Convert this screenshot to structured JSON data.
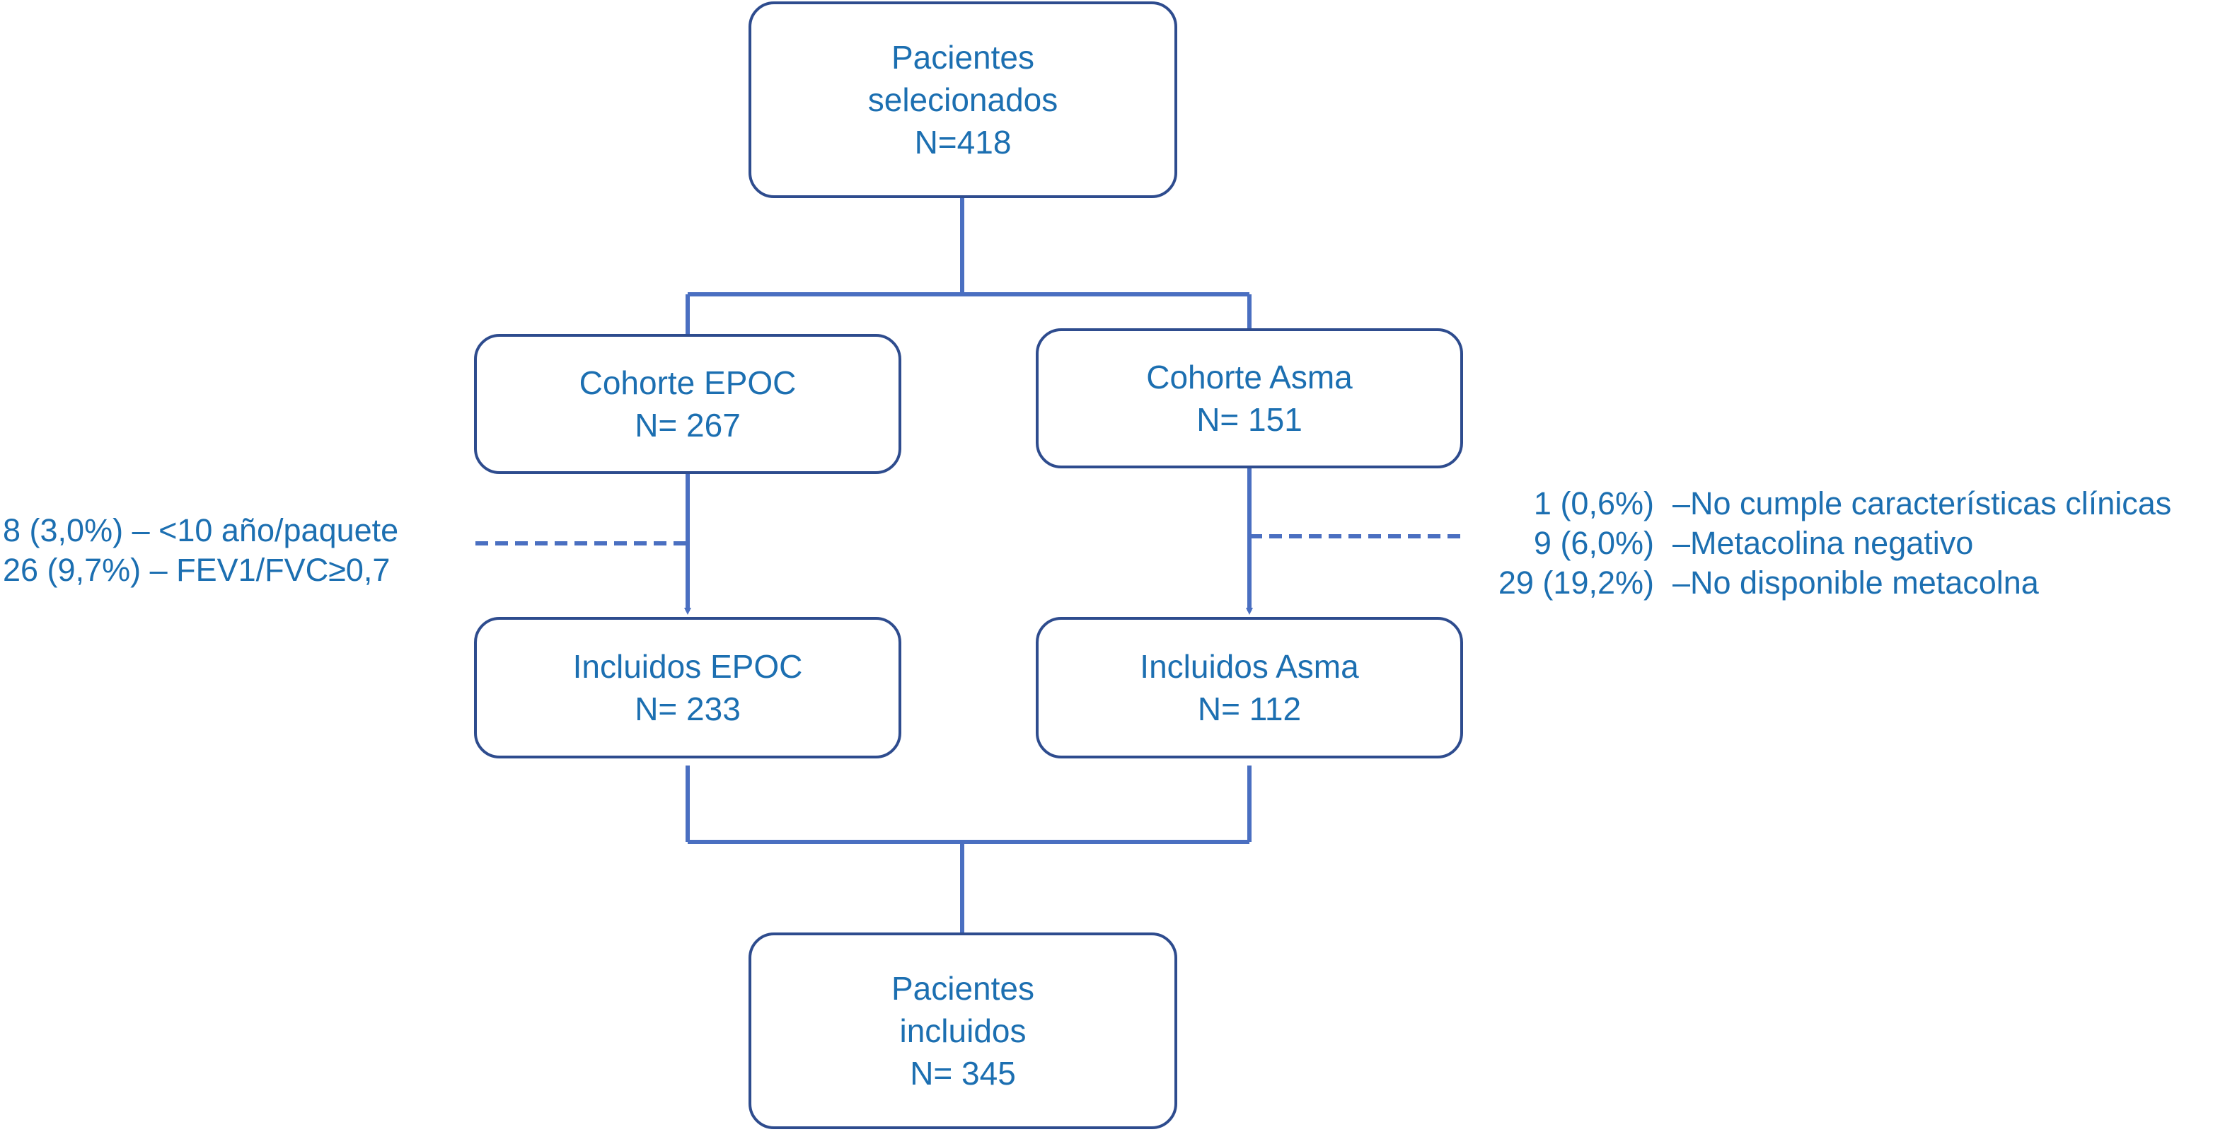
{
  "boxes": {
    "selected": {
      "lines": [
        "Pacientes",
        "selecionados",
        "N=418"
      ]
    },
    "copd_cohort": {
      "lines": [
        "Cohorte EPOC",
        "N= 267"
      ]
    },
    "asthma_cohort": {
      "lines": [
        "Cohorte Asma",
        "N= 151"
      ]
    },
    "copd_included": {
      "lines": [
        "Incluidos EPOC",
        "N= 233"
      ]
    },
    "asthma_included": {
      "lines": [
        "Incluidos Asma",
        "N= 112"
      ]
    },
    "final": {
      "lines": [
        "Pacientes",
        "incluidos",
        "N= 345"
      ]
    }
  },
  "exclusions": {
    "copd": [
      "8 (3,0%) – <10 año/paquete",
      "26 (9,7%) – FEV1/FVC≥0,7"
    ],
    "asthma": [
      {
        "count": "1 (0,6%)",
        "reason": "–No cumple características clínicas"
      },
      {
        "count": "9 (6,0%)",
        "reason": "–Metacolina negativo"
      },
      {
        "count": "29 (19,2%)",
        "reason": "–No disponible metacolna"
      }
    ]
  },
  "colors": {
    "line": "#4a6fc1",
    "box_border": "#2e4c8e",
    "text": "#1c6fb1"
  }
}
